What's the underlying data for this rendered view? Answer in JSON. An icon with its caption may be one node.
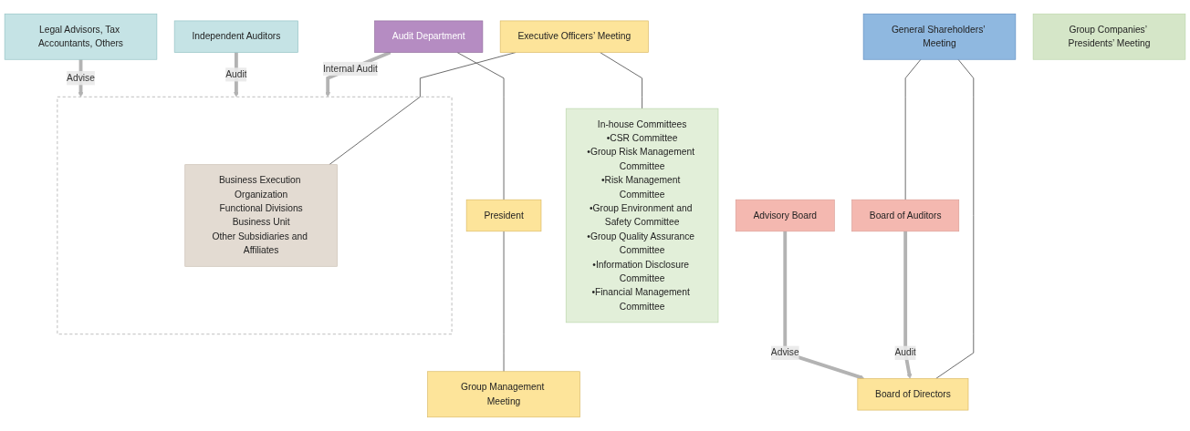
{
  "diagram": {
    "nodes": [
      {
        "text": [
          "General Shareholders’ Meeting"
        ]
      },
      {
        "text": [
          "Board of Auditors"
        ]
      },
      {
        "text": [
          "Board of Directors"
        ]
      },
      {
        "text": [
          "Advisory Board"
        ]
      },
      {
        "text": [
          "President"
        ]
      },
      {
        "text": [
          "Audit Department"
        ]
      },
      {
        "text": [
          "Group Management Meeting"
        ]
      },
      {
        "text": [
          "Executive Officers’ Meeting"
        ]
      },
      {
        "text": [
          "Independent Auditors"
        ]
      },
      {
        "text": [
          "Legal Advisors, Tax Accountants, Others"
        ]
      },
      {
        "text": [],
        "shape": "box"
      },
      {
        "text": [
          "Business Execution Organization",
          "Functional Divisions",
          "Business Unit",
          "Other Subsidiaries and Affiliates"
        ],
        "in": 10
      },
      {
        "text": [
          "In-house Committees",
          "•CSR Committee",
          "•Group Risk Management Committee",
          "•Risk Management Committee",
          "•Group Environment and Safety Committee",
          "•Group Quality Assurance Committee",
          "•Information Disclosure Committee",
          "•Financial Management Committee"
        ]
      },
      {
        "text": [
          "Group Companies’ Presidents’ Meeting"
        ]
      }
    ],
    "edges": [
      {
        "from": 0,
        "to": 1,
        "arrow": "none"
      },
      {
        "from": 0,
        "to": 2,
        "arrow": "none"
      },
      {
        "from": 1,
        "to": 2,
        "arrow": "to",
        "label": "Audit",
        "style": "thick",
        "color": "#b3b3b3"
      },
      {
        "from": 3,
        "to": 2,
        "arrow": "to",
        "label": "Advise",
        "style": "thick",
        "color": "#b3b3b3"
      },
      {
        "from": 4,
        "to": 6,
        "arrow": "none"
      },
      {
        "from": 5,
        "to": 4,
        "arrow": "none"
      },
      {
        "from": 5,
        "to": 10,
        "arrow": "to",
        "label": "Internal Audit",
        "style": "thick",
        "color": "#b3b3b3"
      },
      {
        "from": 8,
        "to": 10,
        "arrow": "to",
        "label": "Audit",
        "style": "thick",
        "color": "#b3b3b3"
      },
      {
        "from": 9,
        "to": 10,
        "arrow": "to",
        "label": "Advise",
        "style": "thick",
        "color": "#b3b3b3"
      },
      {
        "from": 7,
        "to": 11,
        "arrow": "none"
      },
      {
        "from": 7,
        "to": 12,
        "arrow": "none"
      }
    ]
  }
}
